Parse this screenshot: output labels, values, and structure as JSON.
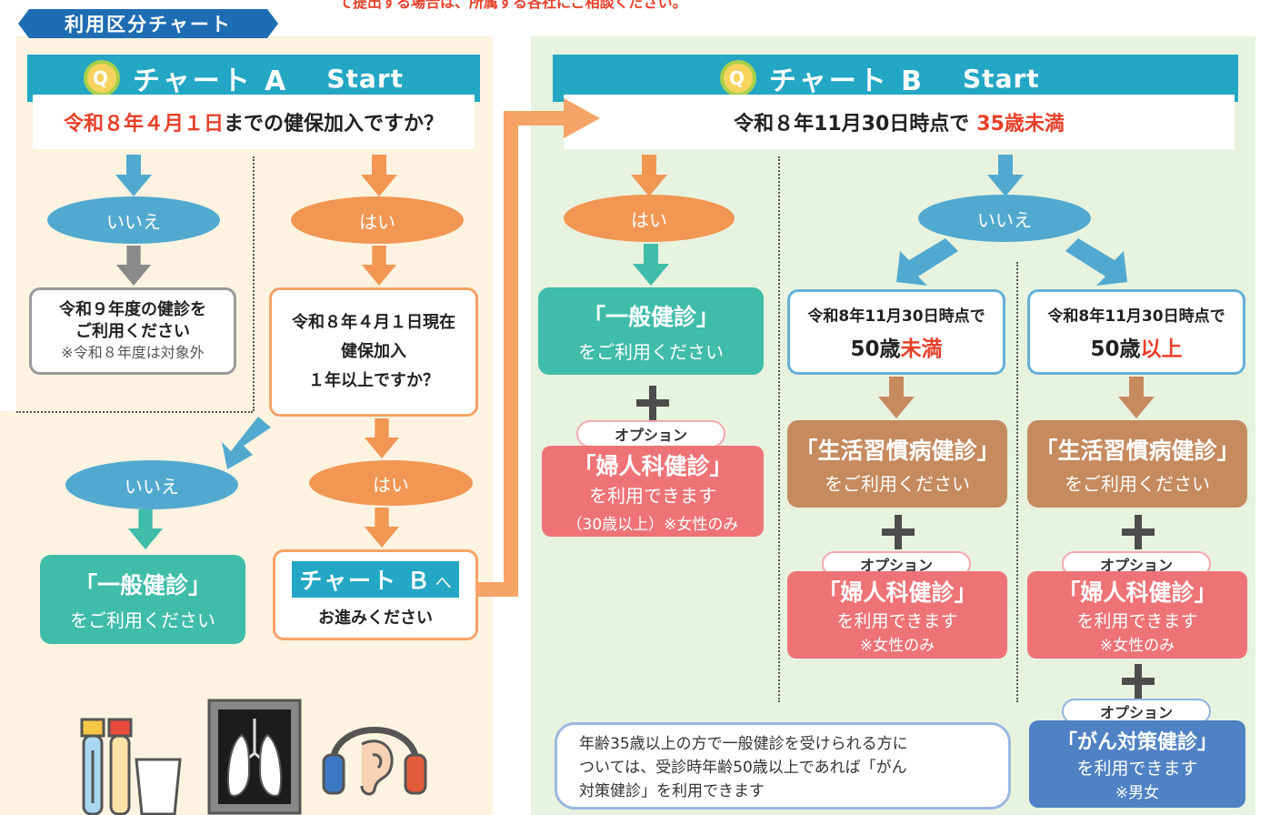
{
  "top_note": "て提出する場合は、所属する各社にご相談ください。",
  "section_tab": "利用区分チャート",
  "chart_a": {
    "q_mark": "Q",
    "title": "チャート A",
    "start": "Start",
    "question_red": "令和８年４月１日",
    "question_rest": "までの健保加入ですか？",
    "no_label": "いいえ",
    "yes_label": "はい",
    "no_result_line1": "令和９年度の健診を",
    "no_result_line2": "ご利用ください",
    "no_result_note": "※令和８年度は対象外",
    "q2_line1": "令和８年４月１日現在",
    "q2_line2": "健保加入",
    "q2_line3": "１年以上ですか？",
    "q2_no_label": "いいえ",
    "q2_yes_label": "はい",
    "general_title": "「一般健診」",
    "general_sub": "をご利用ください",
    "to_b_label": "チャート Ｂ",
    "to_b_suffix": "へ",
    "to_b_sub": "お進みください"
  },
  "chart_b": {
    "q_mark": "Q",
    "title": "チャート B",
    "start": "Start",
    "question_black": "令和８年11月30日時点で",
    "question_red": "35歳未満",
    "yes_label": "はい",
    "no_label": "いいえ",
    "general_title": "「一般健診」",
    "general_sub": "をご利用ください",
    "option_label": "オプション",
    "gyn_title": "「婦人科健診」",
    "gyn_sub": "を利用できます",
    "gyn_note_under35": "（30歳以上）※女性のみ",
    "under50_line1": "令和8年11月30日時点で",
    "under50_num": "50歳",
    "under50_red": "未満",
    "over50_line1": "令和8年11月30日時点で",
    "over50_num": "50歳",
    "over50_red": "以上",
    "lifestyle_title": "「生活習慣病健診」",
    "lifestyle_sub": "をご利用ください",
    "gyn_note_female": "※女性のみ",
    "cancer_title": "「がん対策健診」",
    "cancer_sub": "を利用できます",
    "cancer_note": "※男女",
    "note_line1": "年齢35歳以上の方で一般健診を受けられる方に",
    "note_line2": "ついては、受診時年齢50歳以上であれば「がん",
    "note_line3": "対策健診」を利用できます"
  },
  "colors": {
    "teal_header": "#23a7c4",
    "blue_oval": "#52a9cf",
    "orange_oval": "#f29654",
    "teal_result": "#3fbcaa",
    "brown_result": "#c58a5e",
    "pink_option": "#ee7377",
    "blue_option": "#4f82c4",
    "accent_red": "#e8402a"
  },
  "icons": [
    "test-tubes-icon",
    "lung-xray-icon",
    "headphones-hearing-icon"
  ]
}
